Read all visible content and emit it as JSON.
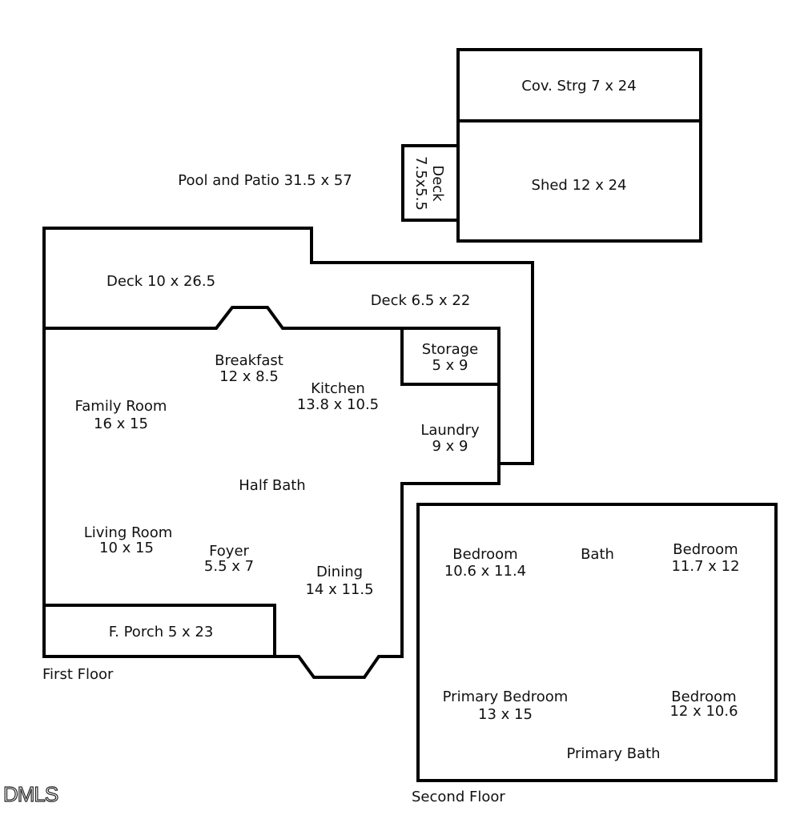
{
  "rooms": {
    "cov_strg": "Cov. Strg 7 x 24",
    "shed": "Shed 12 x 24",
    "deck_small_1": "Deck",
    "deck_small_2": "7.5x5.5",
    "pool": "Pool and Patio 31.5 x 57",
    "deck_large": "Deck 10 x 26.5",
    "deck_side": "Deck 6.5 x 22",
    "breakfast_name": "Breakfast",
    "breakfast_size": "12 x 8.5",
    "storage_name": "Storage",
    "storage_size": "5 x 9",
    "kitchen_name": "Kitchen",
    "kitchen_size": "13.8 x 10.5",
    "family_name": "Family Room",
    "family_size": "16 x 15",
    "laundry_name": "Laundry",
    "laundry_size": "9 x 9",
    "half_bath": "Half Bath",
    "living_name": "Living Room",
    "living_size": "10 x 15",
    "foyer_name": "Foyer",
    "foyer_size": "5.5 x 7",
    "dining_name": "Dining",
    "dining_size": "14 x 11.5",
    "porch": "F. Porch 5 x 23",
    "bed1_name": "Bedroom",
    "bed1_size": "10.6 x 11.4",
    "bath": "Bath",
    "bed2_name": "Bedroom",
    "bed2_size": "11.7 x 12",
    "primary_name": "Primary Bedroom",
    "primary_size": "13 x 15",
    "bed3_name": "Bedroom",
    "bed3_size": "12 x 10.6",
    "primary_bath": "Primary Bath"
  },
  "floors": {
    "first": "First Floor",
    "second": "Second Floor"
  },
  "logo": "DMLS"
}
